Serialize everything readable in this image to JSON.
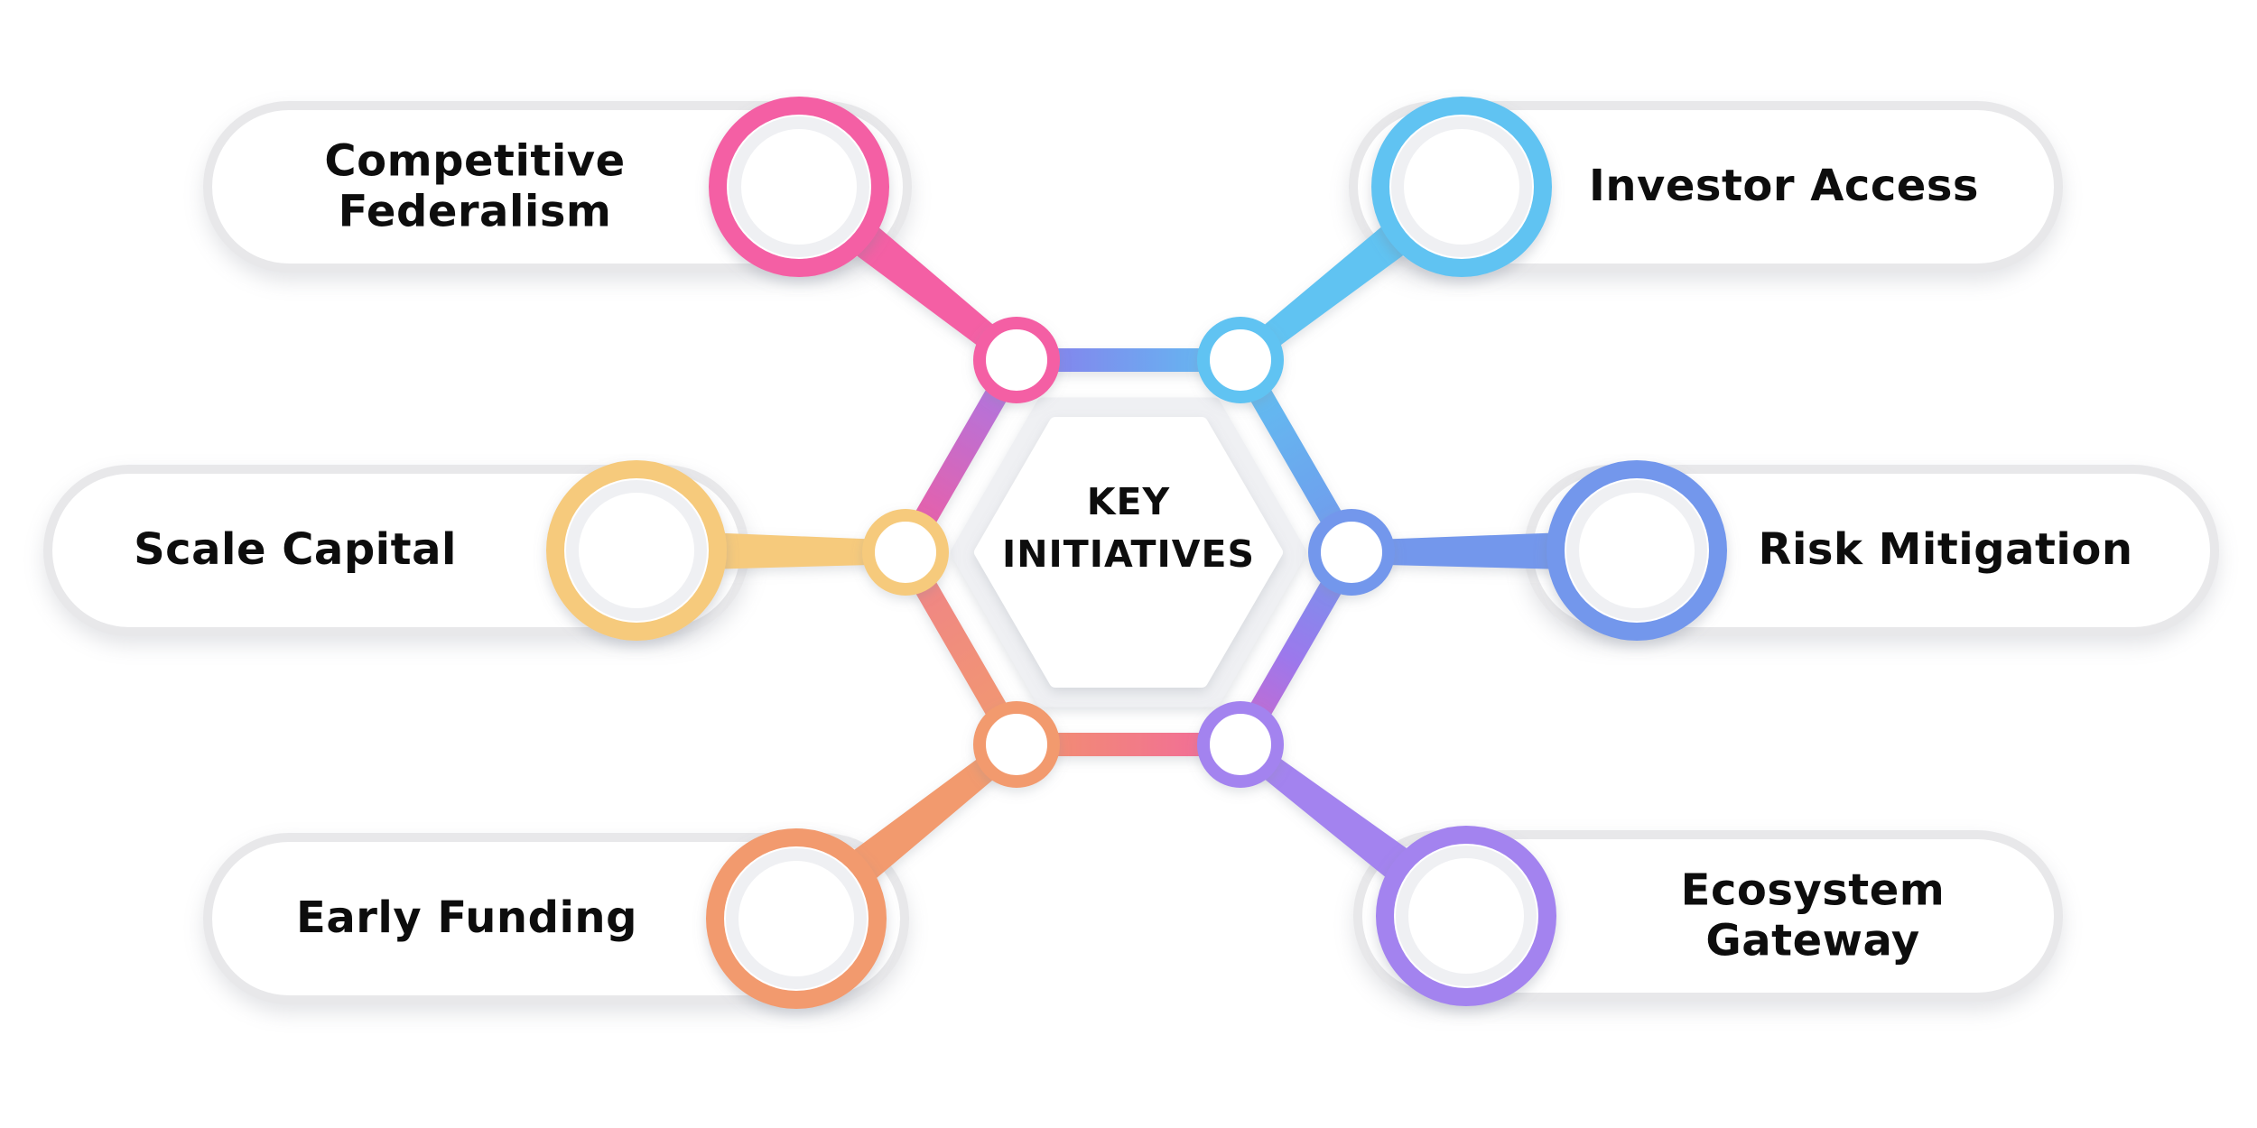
{
  "canvas": {
    "background": "#ffffff",
    "text_color": "#0d0d0d"
  },
  "diagram": {
    "title": "KEY INITIATIVES",
    "nodes": [
      {
        "label": "Competitive Federalism",
        "color": "#F45FA4",
        "position": "top-left"
      },
      {
        "label": "Investor Access",
        "color": "#60C3F2",
        "position": "top-right"
      },
      {
        "label": "Scale Capital",
        "color": "#F6CA7C",
        "position": "middle-left"
      },
      {
        "label": "Risk Mitigation",
        "color": "#7397EC",
        "position": "middle-right"
      },
      {
        "label": "Early Funding",
        "color": "#F29A6E",
        "position": "bottom-left"
      },
      {
        "label": "Ecosystem Gateway",
        "color": "#A383EF",
        "position": "bottom-right"
      }
    ],
    "hexagon_ring_gradients": [
      {
        "edge": "left-to-topleft",
        "from": "#F25C9F",
        "to": "#A678E9"
      },
      {
        "edge": "topleft-to-topright",
        "from": "#8A7AEC",
        "to": "#5FC0F2"
      },
      {
        "edge": "topright-to-right",
        "from": "#5FC2F1",
        "to": "#7397EC"
      },
      {
        "edge": "right-to-bottomright",
        "from": "#7397EC",
        "mid": "#9C78EC",
        "to": "#D066C9"
      },
      {
        "edge": "bottomright-to-bottomleft",
        "from": "#F2679E",
        "to": "#F2936C"
      },
      {
        "edge": "bottomleft-to-left",
        "from": "#F29A6E",
        "to": "#EF8289"
      }
    ],
    "neutral": {
      "pill_border": "#e8e8ea",
      "plate_gray": "#eff0f3",
      "circle_inner_ring": "#eff0f3"
    }
  }
}
